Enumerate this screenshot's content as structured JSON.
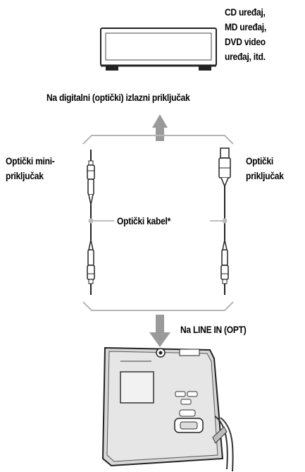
{
  "labels": {
    "source_devices": [
      "CD uređaj,",
      "MD uređaj,",
      "DVD video",
      "uređaj, itd."
    ],
    "digital_output": "Na digitalni (optički) izlazni priključak",
    "optical_mini_plug": [
      "Optički mini-",
      "priključak"
    ],
    "optical_plug": [
      "Optički",
      "priključak"
    ],
    "optical_cable": "Optički kabel*",
    "line_in": "Na LINE IN (OPT)"
  },
  "colors": {
    "line": "#222222",
    "arrow": "#9a9a9a",
    "bracket": "#b5b5b5",
    "device_fill": "#e6e6e6"
  }
}
